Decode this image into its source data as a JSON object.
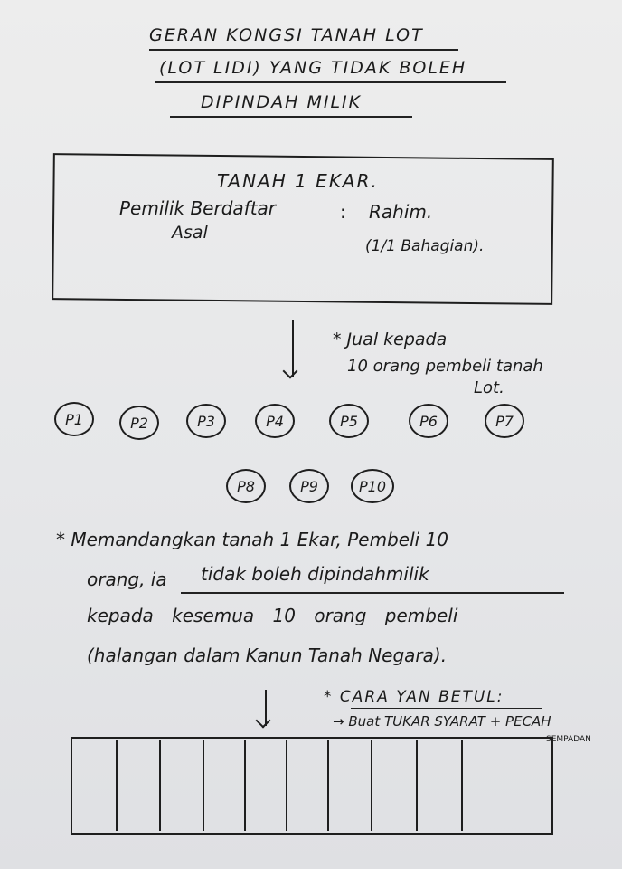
{
  "title": {
    "line1": "GERAN KONGSI TANAH LOT",
    "line2": "(LOT LIDI) YANG TIDAK BOLEH",
    "line3": "DIPINDAH MILIK"
  },
  "land_box": {
    "heading": "TANAH 1 EKAR.",
    "owner_label_1": "Pemilik Berdaftar",
    "owner_label_2": "Asal",
    "colon": ":",
    "owner_name": "Rahim.",
    "owner_share": "(1/1 Bahagian)."
  },
  "sale_note": {
    "line1": "* Jual kepada",
    "line2": "10 orang pembeli tanah",
    "line3": "Lot."
  },
  "buyers": [
    "P1",
    "P2",
    "P3",
    "P4",
    "P5",
    "P6",
    "P7",
    "P8",
    "P9",
    "P10"
  ],
  "explanation": {
    "line1": "* Memandangkan tanah 1 Ekar, Pembeli 10",
    "line2a": "orang, ia",
    "line2b": "tidak boleh dipindahmilik",
    "line3": "kepada kesemua 10 orang pembeli",
    "line4": "(halangan dalam Kanun Tanah Negara)."
  },
  "correct_way": {
    "line1": "* CARA YAN BETUL:",
    "line2": "→ Buat TUKAR SYARAT + PECAH",
    "line3": "SEMPADAN"
  }
}
